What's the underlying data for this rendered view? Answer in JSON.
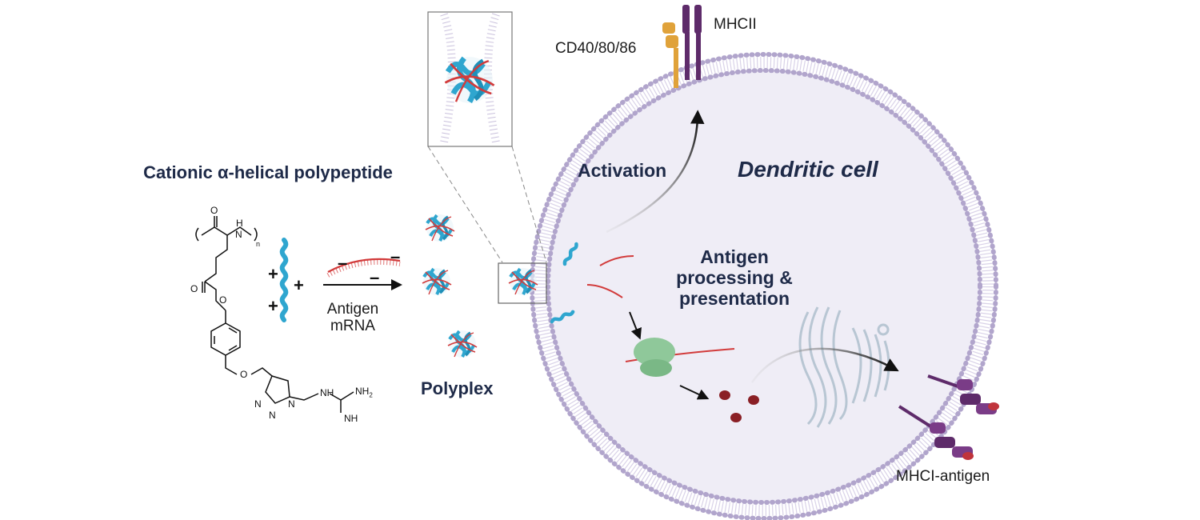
{
  "labels": {
    "cationic_title": "Cationic α-helical polypeptide",
    "antigen_mrna": "Antigen mRNA",
    "polyplex": "Polyplex",
    "cd40": "CD40/80/86",
    "mhcii": "MHCII",
    "activation": "Activation",
    "dendritic_cell": "Dendritic cell",
    "antigen_processing": "Antigen processing & presentation",
    "mhci_antigen": "MHCI-antigen"
  },
  "chemistry": {
    "atom_o_carbonyl": "O",
    "atom_nh": "H",
    "atom_n_amide": "N",
    "repeat_n": "n",
    "atom_o_ester_carbonyl": "O",
    "atom_o_ester": "O",
    "atom_o_ether": "O",
    "atom_n1": "N",
    "atom_n2": "N",
    "atom_n3": "N",
    "guan_nh": "NH",
    "guan_nh2": "NH",
    "guan_nh2_sub": "2",
    "guan_nh_imine": "NH"
  },
  "charges": {
    "plus": "+",
    "minus": "–"
  },
  "colors": {
    "helix_blue": "#2fa6cf",
    "mrna_red": "#d23b3b",
    "membrane_purple": "#b1a5cc",
    "cell_fill": "#efedf6",
    "ribosome_green": "#8fc89a",
    "mhc_purple": "#5e2b6a",
    "costim_orange": "#e0a23a",
    "antigen_red": "#8a1f25",
    "golgi_gray": "#b8c6d3",
    "text_navy": "#1e2a48"
  },
  "icons": [
    "helix-peptide-icon",
    "mrna-strand-icon",
    "polyplex-icon",
    "ribosome-icon",
    "golgi-icon",
    "er-icon",
    "mhc-receptor-icon",
    "costim-receptor-icon"
  ]
}
